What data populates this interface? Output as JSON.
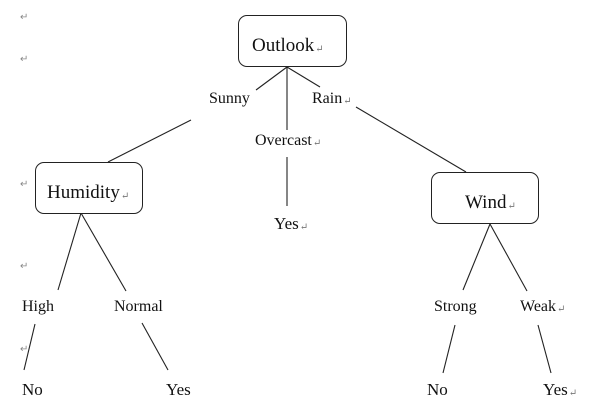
{
  "para_mark": "↵",
  "nodes": {
    "root": {
      "label": "Outlook"
    },
    "humidity": {
      "label": "Humidity"
    },
    "wind": {
      "label": "Wind"
    }
  },
  "branches": {
    "sunny": "Sunny",
    "overcast": "Overcast",
    "rain": "Rain",
    "high": "High",
    "normal": "Normal",
    "strong": "Strong",
    "weak": "Weak"
  },
  "leaves": {
    "overcast_yes": "Yes",
    "high_no": "No",
    "normal_yes": "Yes",
    "strong_no": "No",
    "weak_yes": "Yes"
  }
}
